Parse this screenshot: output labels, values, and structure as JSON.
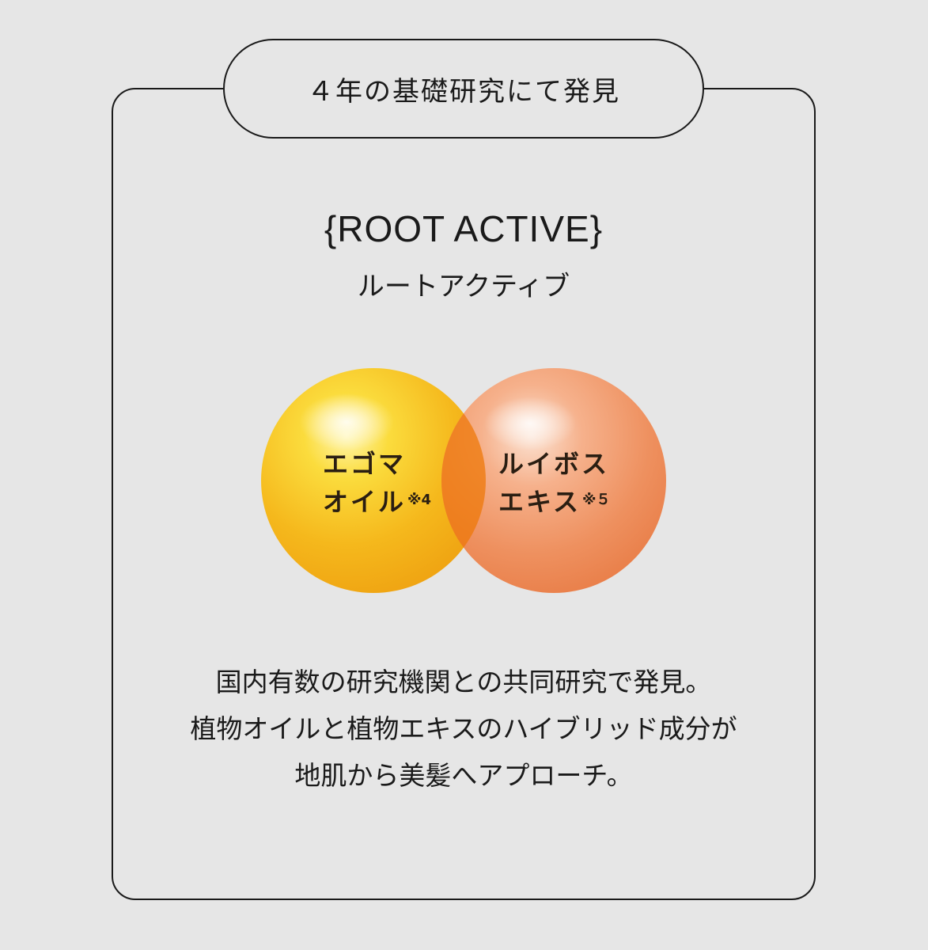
{
  "badge": "４年の基礎研究にて発見",
  "title": "{ROOT ACTIVE}",
  "subtitle": "ルートアクティブ",
  "ingredients": [
    {
      "line1": "エゴマ",
      "line2": "オイル",
      "note": "※4",
      "color": "#f7c21e"
    },
    {
      "line1": "ルイボス",
      "line2": "エキス",
      "note": "※５",
      "color": "#ee8a55"
    }
  ],
  "description": [
    "国内有数の研究機関との共同研究で発見。",
    "植物オイルと植物エキスのハイブリッド成分が",
    "地肌から美髪へアプローチ。"
  ]
}
